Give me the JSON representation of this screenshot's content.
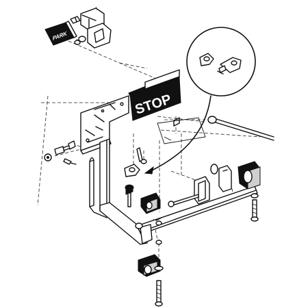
{
  "signs": {
    "stop": "STOP",
    "park": "PARK"
  },
  "colors": {
    "line": "#111111",
    "sign_background": "#111111",
    "sign_text": "#ffffff",
    "pad_shading": "#cfcfcf"
  },
  "icons": [
    "magnifier-circle-callout",
    "curved-arrow"
  ]
}
